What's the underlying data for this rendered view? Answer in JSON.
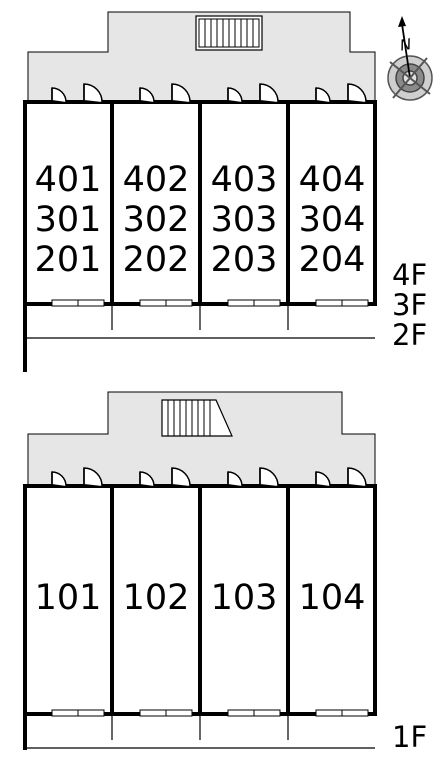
{
  "compass": {
    "north": "N",
    "icon": "compass-rose-icon"
  },
  "upper_block": {
    "units": [
      {
        "rooms": [
          "401",
          "301",
          "201"
        ]
      },
      {
        "rooms": [
          "402",
          "302",
          "202"
        ]
      },
      {
        "rooms": [
          "403",
          "303",
          "203"
        ]
      },
      {
        "rooms": [
          "404",
          "304",
          "204"
        ]
      }
    ],
    "floors": [
      "4F",
      "3F",
      "2F"
    ]
  },
  "lower_block": {
    "units": [
      {
        "rooms": [
          "101"
        ]
      },
      {
        "rooms": [
          "102"
        ]
      },
      {
        "rooms": [
          "103"
        ]
      },
      {
        "rooms": [
          "104"
        ]
      }
    ],
    "floors": [
      "1F"
    ]
  },
  "colors": {
    "corridor": "#e6e6e6",
    "line": "#000000",
    "background": "#ffffff"
  }
}
